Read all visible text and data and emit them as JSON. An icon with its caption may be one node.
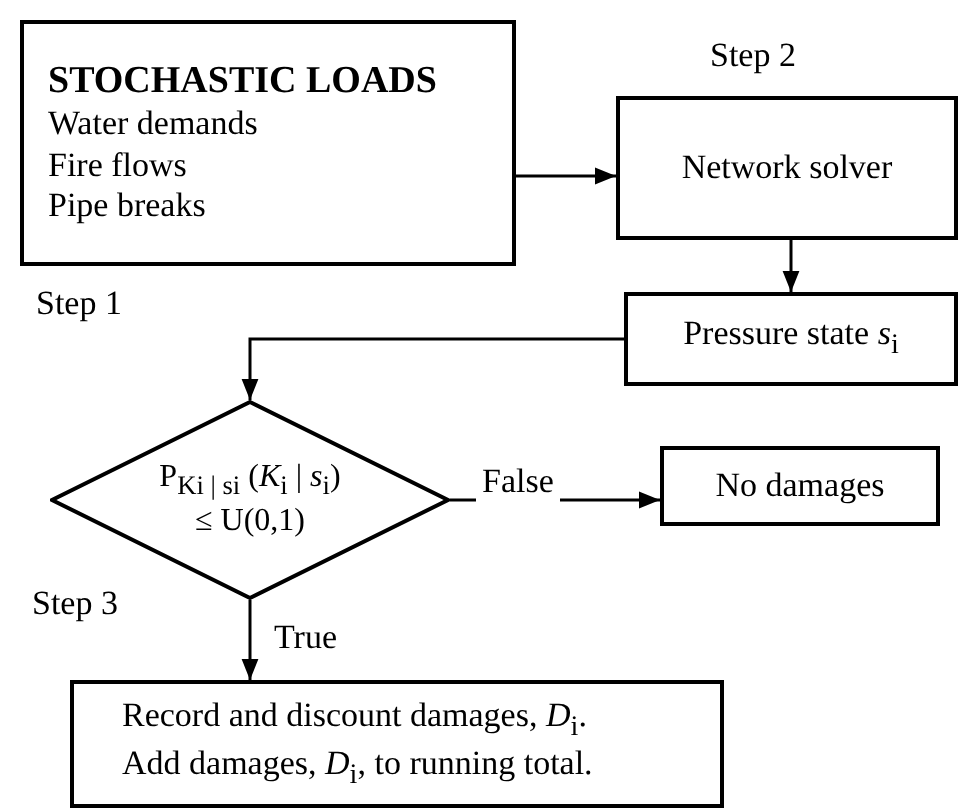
{
  "diagram": {
    "nodes": [
      {
        "text": [
          "STOCHASTIC LOADS",
          "Water demands",
          "Fire flows",
          "Pipe breaks"
        ],
        "beside": [
          "Step 1"
        ]
      },
      {
        "text": [
          "Network solver"
        ],
        "beside": [
          "Step 2"
        ]
      },
      {
        "text": [
          "Pressure state *s*$_{i}$"
        ]
      },
      {
        "text": [
          "P$_{Ki | si}$ (*K*$_{i}$ | *s*$_{i}$) ≤ U(0,1)"
        ],
        "beside": [
          "Step 3"
        ]
      },
      {
        "text": [
          "No damages"
        ]
      },
      {
        "text": [
          "Record and discount damages, *D*$_{i}$. Add damages, *D*$_{i}$, to running total."
        ]
      }
    ],
    "edges": [
      {
        "from": 0,
        "to": 1,
        "arrow": "to"
      },
      {
        "from": 1,
        "to": 2,
        "arrow": "to"
      },
      {
        "from": 2,
        "to": 3,
        "arrow": "to"
      },
      {
        "from": 3,
        "to": 4,
        "arrow": "to",
        "label": "False"
      },
      {
        "from": 3,
        "to": 5,
        "arrow": "to",
        "label": "True"
      }
    ]
  }
}
